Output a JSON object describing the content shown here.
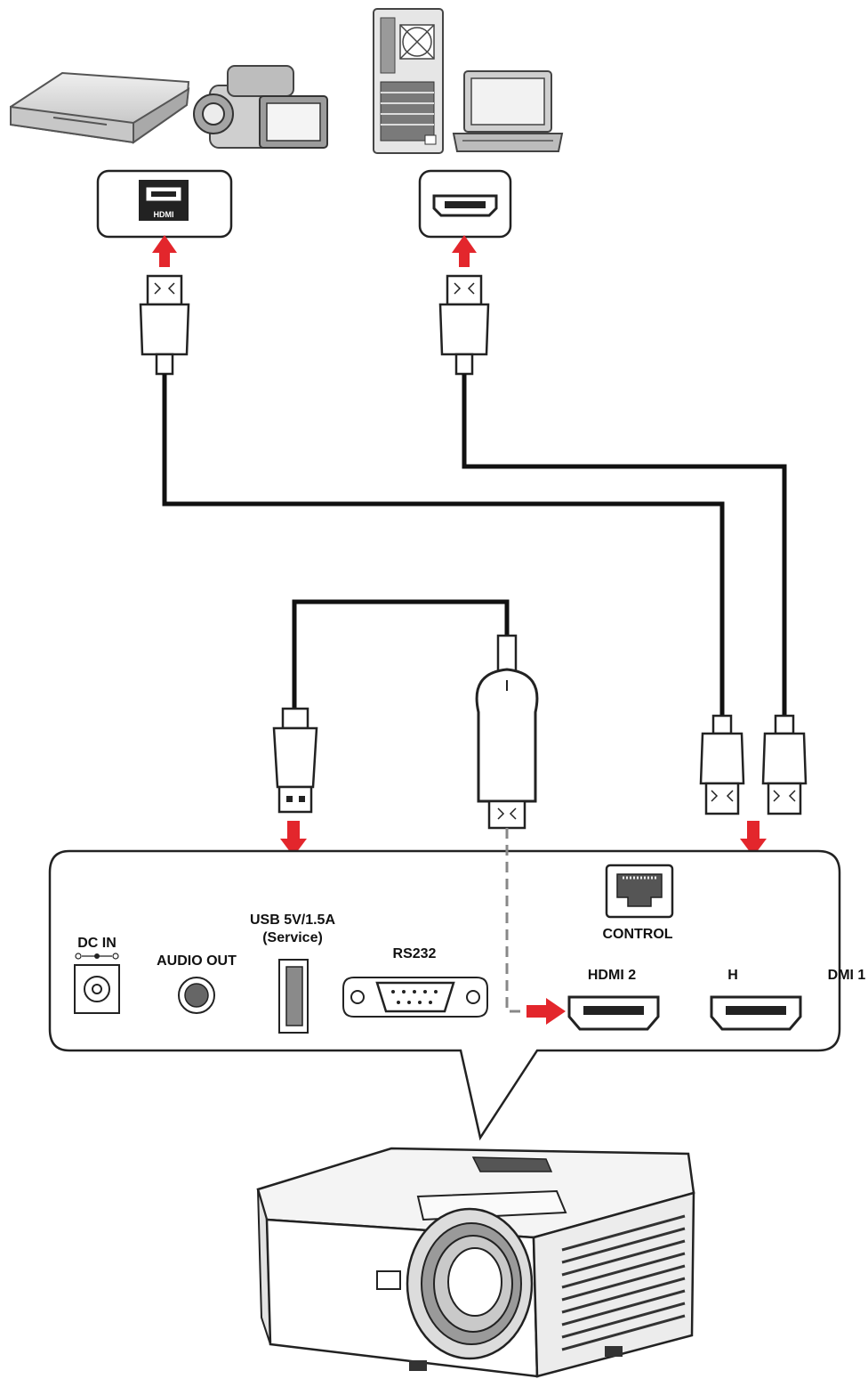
{
  "labels": {
    "dc_in": "DC IN",
    "audio_out": "AUDIO OUT",
    "usb_line1": "USB 5V/1.5A",
    "usb_line2": "(Service)",
    "rs232": "RS232",
    "control": "CONTROL",
    "hdmi2": "HDMI 2",
    "hdmi1_part1": "H",
    "hdmi1_part2": "DMI 1",
    "hdmi_port_badge": "HDMI"
  },
  "colors": {
    "arrow": "#e3262c",
    "line": "#111111",
    "device_fill": "#d9d9d9",
    "panel_stroke": "#222222"
  },
  "icons": {
    "dvd_player": "dvd-player-icon",
    "camcorder": "camcorder-icon",
    "desktop_pc": "desktop-pc-icon",
    "laptop": "laptop-icon",
    "projector": "projector-icon"
  }
}
